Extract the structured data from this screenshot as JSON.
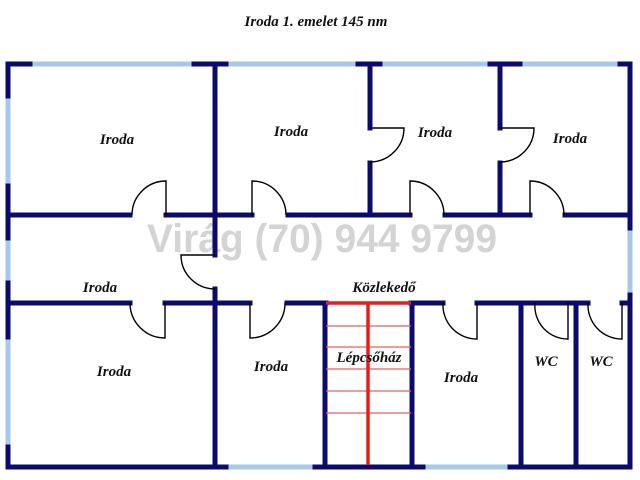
{
  "title": "Iroda 1. emelet 145 nm",
  "watermark": "Virág (70) 944 9799",
  "rooms": {
    "office_top_1": "Iroda",
    "office_top_2": "Iroda",
    "office_top_3": "Iroda",
    "office_top_4": "Iroda",
    "office_mid": "Iroda",
    "corridor": "Közlekedő",
    "office_bottom_1": "Iroda",
    "office_bottom_2": "Iroda",
    "stairwell": "Lépcsőház",
    "office_bottom_3": "Iroda",
    "wc_1": "WC",
    "wc_2": "WC"
  },
  "colors": {
    "wall": "#0b0b6e",
    "window": "#a8c8ea",
    "stairs": "#e81c1c"
  }
}
